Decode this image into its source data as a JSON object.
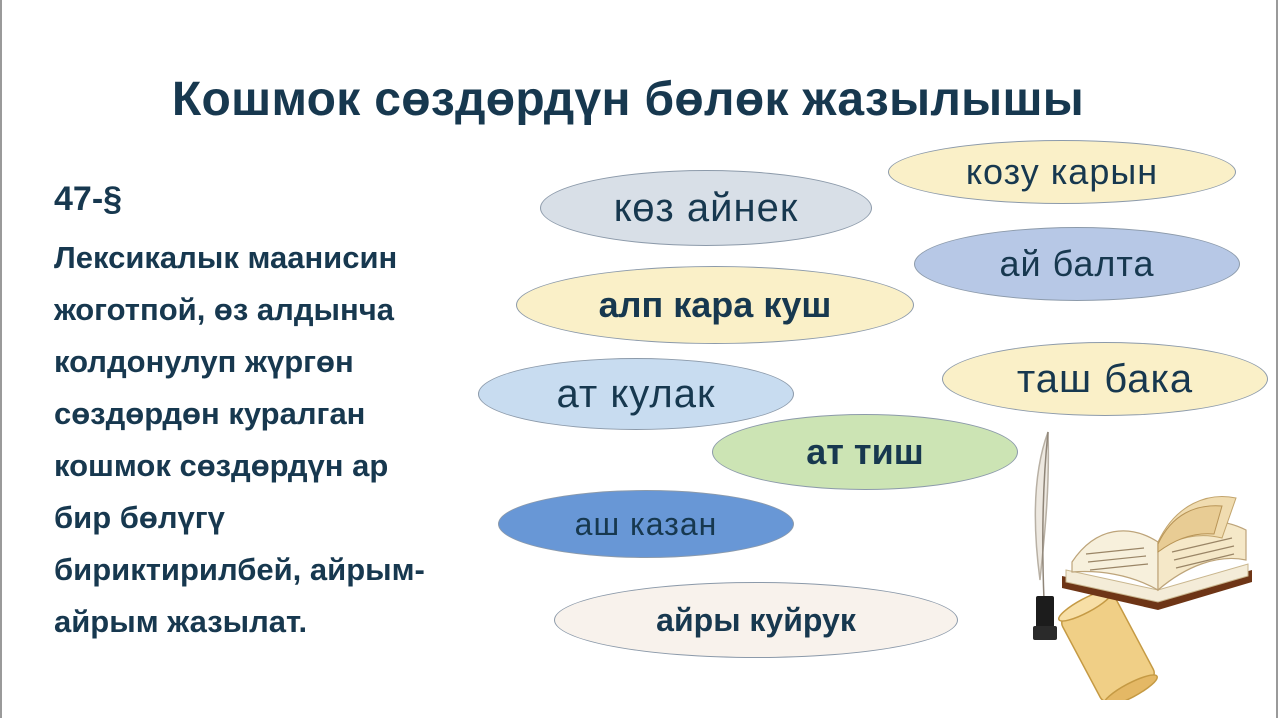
{
  "title": "Кошмок сөздөрдүн бөлөк жазылышы",
  "paragraph": {
    "number": "47-§",
    "text": "Лексикалык маанисин\nжоготпой, өз алдынча\nколдонулуп жүргөн\nсөздөрдөн куралган\nкошмок сөздөрдүн ар\nбир бөлүгү\nбириктирилбей, айрым-\nайрым жазылат."
  },
  "words": [
    "көз айнек",
    "козу карын",
    "ай балта",
    "алп кара куш",
    "таш бака",
    "ат кулак",
    "ат тиш",
    "аш казан",
    "айры куйрук"
  ],
  "icons": {
    "illustration": "book-quill-scroll-icon"
  }
}
